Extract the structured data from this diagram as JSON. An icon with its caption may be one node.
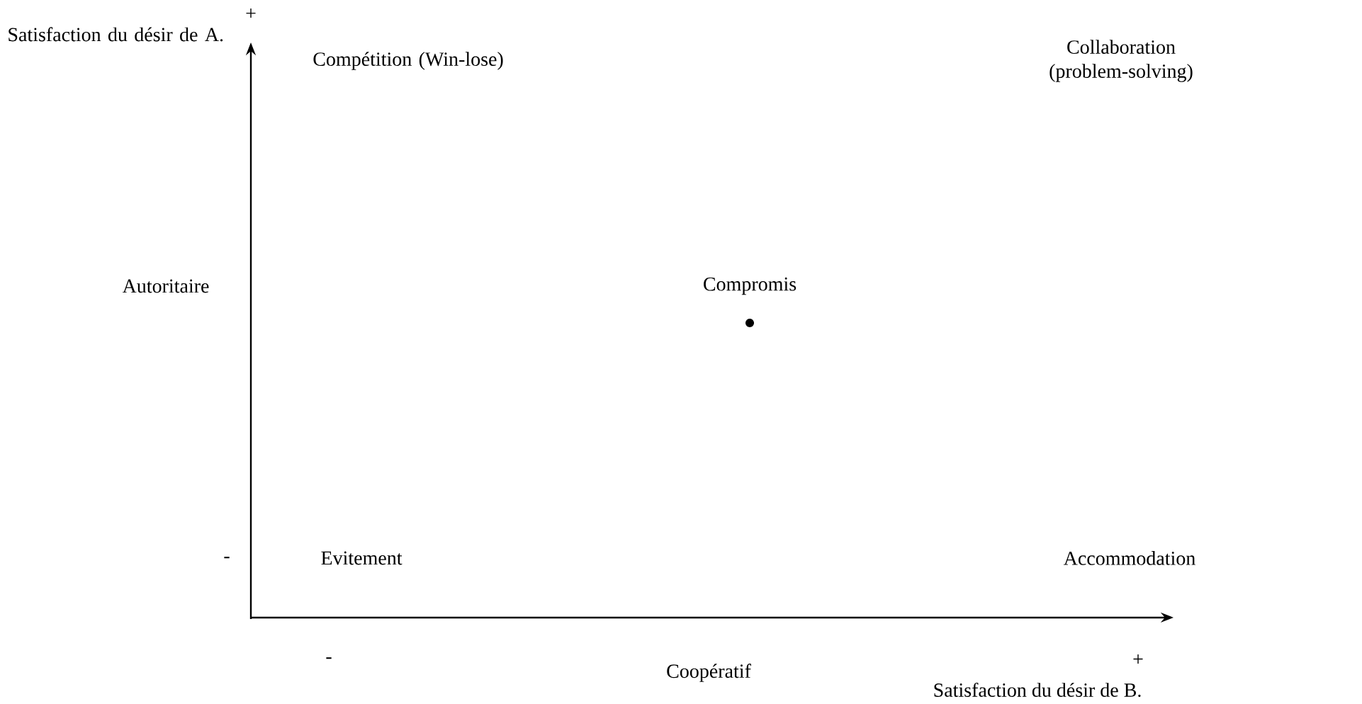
{
  "diagram": {
    "labels": [
      "+",
      "Satisfaction du désir de A.",
      "Compétition (Win-lose)",
      "Collaboration (problem-solving)",
      "Autoritaire",
      "Compromis",
      "-",
      "Evitement",
      "Accommodation",
      "-",
      "Coopératif",
      "+",
      "Satisfaction du désir de B."
    ]
  }
}
